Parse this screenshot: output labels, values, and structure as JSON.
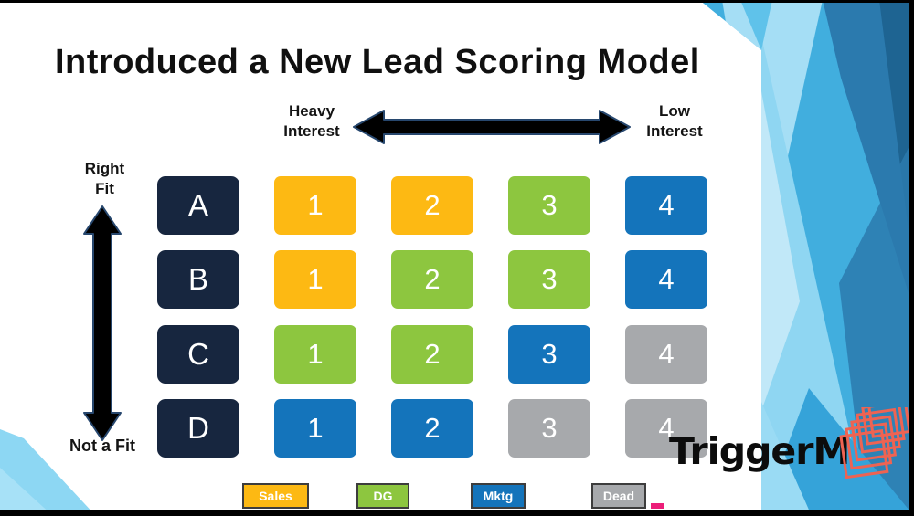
{
  "title": "Introduced a New Lead Scoring Model",
  "axes": {
    "horizontal": {
      "left": [
        "Heavy",
        "Interest"
      ],
      "right": [
        "Low",
        "Interest"
      ]
    },
    "vertical": {
      "top": [
        "Right",
        "Fit"
      ],
      "bottom": "Not a Fit"
    }
  },
  "matrix": {
    "row_labels": [
      "A",
      "B",
      "C",
      "D"
    ],
    "col_values": [
      "1",
      "2",
      "3",
      "4"
    ],
    "cells": [
      [
        "sales",
        "sales",
        "dg",
        "mktg"
      ],
      [
        "sales",
        "dg",
        "dg",
        "mktg"
      ],
      [
        "dg",
        "dg",
        "mktg",
        "dead"
      ],
      [
        "mktg",
        "mktg",
        "dead",
        "dead"
      ]
    ]
  },
  "legend": [
    {
      "label": "Sales",
      "category": "sales"
    },
    {
      "label": "DG",
      "category": "dg"
    },
    {
      "label": "Mktg",
      "category": "mktg"
    },
    {
      "label": "Dead",
      "category": "dead"
    }
  ],
  "colors": {
    "sales": "#FDB913",
    "dg": "#8DC63F",
    "mktg": "#1474BB",
    "dead": "#A7A9AC",
    "row_header": "#17263F",
    "arrow": "#000000",
    "arrow_outline": "#27476E",
    "accent_magenta": "#EC1E79",
    "logo_icon": "#EE6352"
  },
  "logo": {
    "text": "TriggerM",
    "icon": "stacked-cubes-icon"
  }
}
